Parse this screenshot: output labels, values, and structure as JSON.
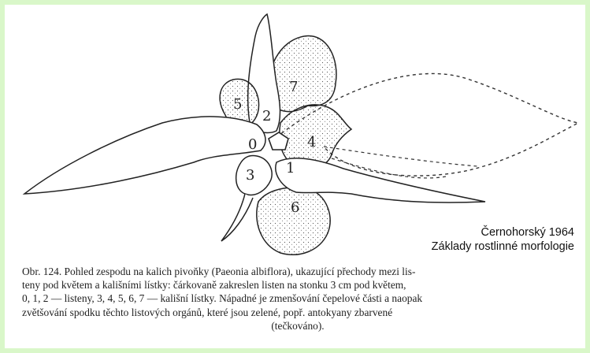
{
  "figure": {
    "labels": [
      "0",
      "1",
      "2",
      "3",
      "4",
      "5",
      "6",
      "7"
    ]
  },
  "credit": {
    "line1": "Černohorský 1964",
    "line2": "Základy rostlinné morfologie"
  },
  "caption": {
    "line1": "Obr. 124. Pohled zespodu na kalich pivoňky (Paeonia albiflora), ukazující přechody mezi lis-",
    "line2": "teny pod květem a kališními lístky: čárkovaně zakreslen listen na stonku 3 cm pod květem,",
    "line3": "0, 1, 2 — listeny, 3, 4, 5, 6, 7 — kališní lístky. Nápadné je zmenšování čepelové části a naopak",
    "line4": "zvětšování spodku těchto listových orgánů, které jsou zelené, popř. antokyany zbarvené",
    "line5": "(tečkováno)."
  },
  "colors": {
    "frame": "#d9f7c9",
    "page": "#ffffff",
    "ink": "#222222"
  }
}
